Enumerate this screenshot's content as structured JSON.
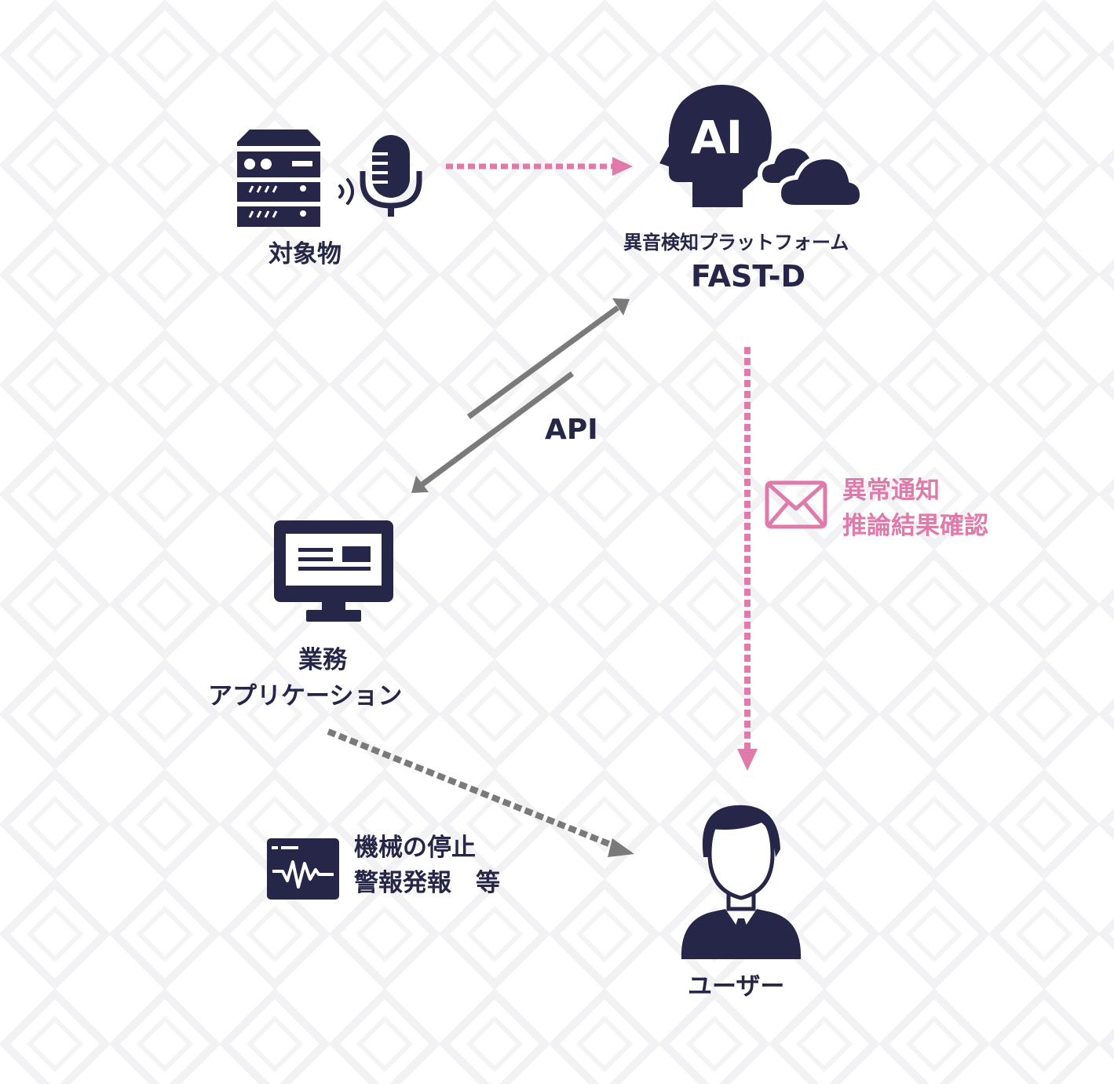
{
  "nodes": {
    "target": {
      "label": "対象物"
    },
    "platform": {
      "icon_text": "AI",
      "label": "異音検知プラットフォーム",
      "name": "FAST-D"
    },
    "business_app": {
      "label_line1": "業務",
      "label_line2": "アプリケーション"
    },
    "user": {
      "label": "ユーザー"
    }
  },
  "edges": {
    "api": {
      "label": "API"
    },
    "notify": {
      "label_line1": "異常通知",
      "label_line2": "推論結果確認"
    },
    "actions": {
      "label_line1": "機械の停止",
      "label_line2": "警報発報　等"
    }
  },
  "colors": {
    "navy": "#262648",
    "pink": "#e07aaa",
    "gray": "#7a7a7a",
    "background": "#ffffff"
  },
  "icons": [
    "server-icon",
    "sound-wave-icon",
    "microphone-icon",
    "ai-head-icon",
    "cloud-icon",
    "monitor-icon",
    "mail-icon",
    "waveform-screen-icon",
    "user-icon"
  ]
}
